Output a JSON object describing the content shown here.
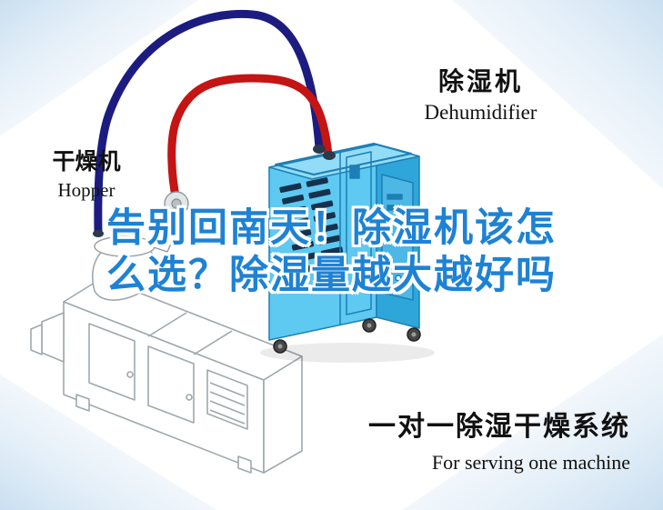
{
  "title": {
    "line1": "告别回南天！除湿机该怎",
    "line2": "么选？除湿量越大越好吗",
    "color": "#1e82d4",
    "outline_color": "#ffffff"
  },
  "labels": {
    "hopper": {
      "zh": "干燥机",
      "en": "Hopper"
    },
    "dehumidifier": {
      "zh": "除湿机",
      "en": "Dehumidifier"
    },
    "system": {
      "zh": "一对一除湿干燥系统",
      "en": "For serving one machine"
    }
  },
  "colors": {
    "pipe_red": "#c41414",
    "pipe_blue": "#1c1c80",
    "dehumidifier_front": "#5ec9f1",
    "dehumidifier_side": "#2fa6d9",
    "dehumidifier_top": "#93dcf7",
    "dehumidifier_door": "#4db8e6",
    "dehumidifier_trim": "#1d7fb5",
    "vent_slots": "#15314d",
    "lineart": "#9fa8ad",
    "corner_tint": "#c9dff1"
  }
}
